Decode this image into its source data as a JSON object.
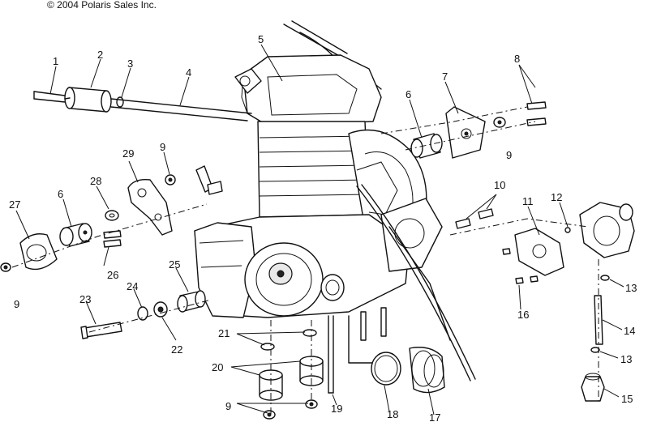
{
  "copyright": "© 2004 Polaris Sales Inc.",
  "callouts": [
    {
      "id": "c1",
      "text": "1"
    },
    {
      "id": "c2",
      "text": "2"
    },
    {
      "id": "c3",
      "text": "3"
    },
    {
      "id": "c4",
      "text": "4"
    },
    {
      "id": "c5",
      "text": "5"
    },
    {
      "id": "c6a",
      "text": "6"
    },
    {
      "id": "c6b",
      "text": "6"
    },
    {
      "id": "c7",
      "text": "7"
    },
    {
      "id": "c8",
      "text": "8"
    },
    {
      "id": "c9a",
      "text": "9"
    },
    {
      "id": "c9b",
      "text": "9"
    },
    {
      "id": "c9c",
      "text": "9"
    },
    {
      "id": "c9d",
      "text": "9"
    },
    {
      "id": "c10",
      "text": "10"
    },
    {
      "id": "c11",
      "text": "11"
    },
    {
      "id": "c12",
      "text": "12"
    },
    {
      "id": "c13a",
      "text": "13"
    },
    {
      "id": "c13b",
      "text": "13"
    },
    {
      "id": "c14",
      "text": "14"
    },
    {
      "id": "c15",
      "text": "15"
    },
    {
      "id": "c16",
      "text": "16"
    },
    {
      "id": "c17",
      "text": "17"
    },
    {
      "id": "c18",
      "text": "18"
    },
    {
      "id": "c19",
      "text": "19"
    },
    {
      "id": "c20",
      "text": "20"
    },
    {
      "id": "c21",
      "text": "21"
    },
    {
      "id": "c22",
      "text": "22"
    },
    {
      "id": "c23",
      "text": "23"
    },
    {
      "id": "c24",
      "text": "24"
    },
    {
      "id": "c25",
      "text": "25"
    },
    {
      "id": "c26",
      "text": "26"
    },
    {
      "id": "c27",
      "text": "27"
    },
    {
      "id": "c28",
      "text": "28"
    },
    {
      "id": "c29",
      "text": "29"
    }
  ]
}
